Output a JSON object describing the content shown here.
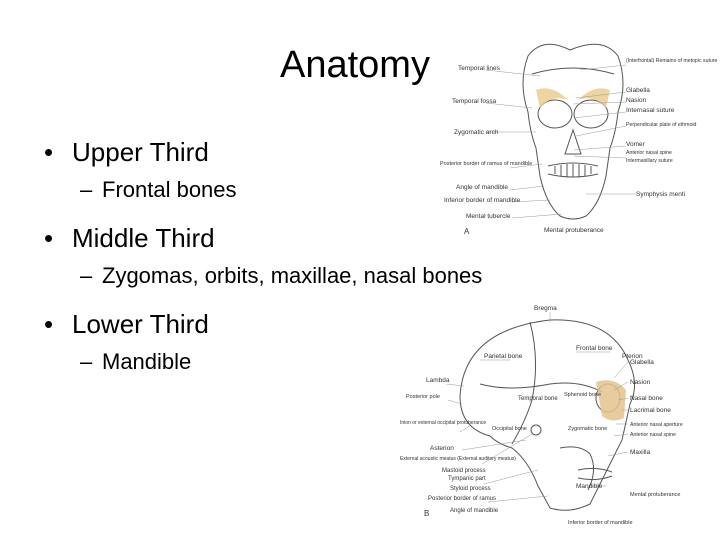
{
  "slide": {
    "title": "Anatomy",
    "bullets": [
      {
        "text": "Upper Third",
        "sub": "Frontal bones"
      },
      {
        "text": "Middle Third",
        "sub": "Zygomas, orbits, maxillae, nasal bones"
      },
      {
        "text": "Lower Third",
        "sub": "Mandible"
      }
    ],
    "bullet_glyph": "•",
    "sub_glyph": "–"
  },
  "figure_a": {
    "letter": "A",
    "labels_left": [
      "Temporal lines",
      "Temporal fossa",
      "Zygomatic arch",
      "Posterior border of ramus of mandible",
      "Angle of mandible",
      "Inferior border of mandible",
      "Mental tubercle"
    ],
    "labels_right": [
      "(Interfrontal) Remains of metopic suture",
      "Glabella",
      "Nasion",
      "Internasal suture",
      "Perpendicular plate of ethmoid",
      "Vomer",
      "Anterior nasal spine",
      "Intermaxillary suture",
      "Symphysis menti"
    ],
    "label_bottom": "Mental protuberance",
    "highlight_color": "#e8c98a"
  },
  "figure_b": {
    "letter": "B",
    "labels_top": [
      "Bregma",
      "Frontal bone",
      "Parietal bone",
      "Pterion"
    ],
    "labels_left": [
      "Lambda",
      "Posterior pole",
      "Inion or external occipital protuberance",
      "Asterion",
      "External acoustic meatus (External auditory meatus)",
      "Mastoid process",
      "Tympanic part",
      "Styloid process",
      "Posterior border of ramus",
      "Angle of mandible"
    ],
    "labels_center": [
      "Temporal bone",
      "Sphenoid bone",
      "Occipital bone",
      "Zygomatic bone"
    ],
    "labels_right": [
      "Glabella",
      "Nasion",
      "Nasal bone",
      "Lacrimal bone",
      "Anterior nasal aperture",
      "Anterior nasal spine",
      "Maxilla",
      "Mandible",
      "Mental protuberance"
    ],
    "label_bottom": "Inferior border of mandible",
    "highlight_color": "#e3c48c"
  }
}
